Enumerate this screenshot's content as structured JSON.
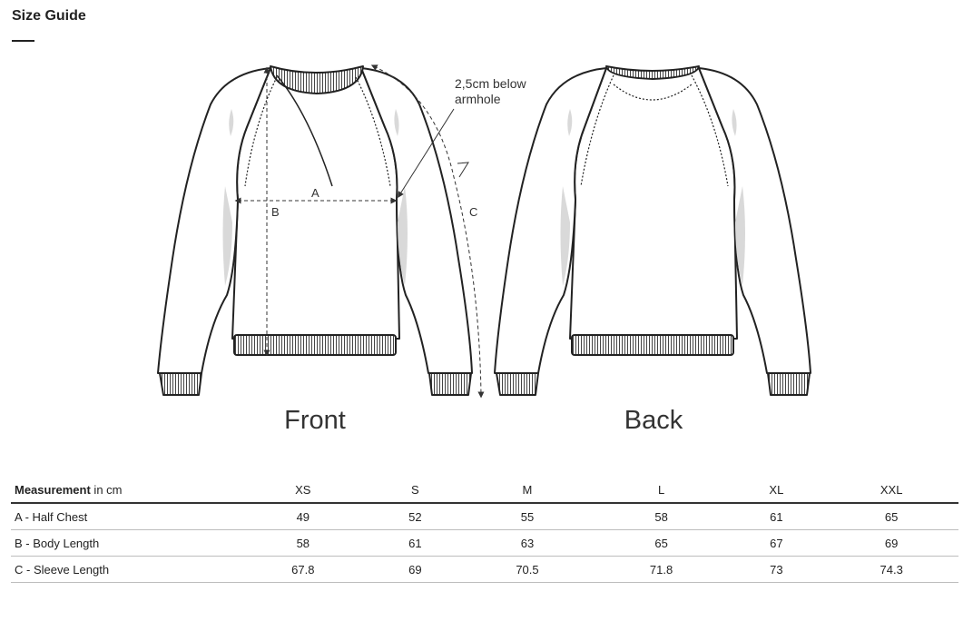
{
  "header": {
    "title": "Size Guide"
  },
  "diagram": {
    "front_label": "Front",
    "back_label": "Back",
    "annotation_armhole": [
      "2,5cm below",
      "armhole"
    ],
    "marker_a": "A",
    "marker_b": "B",
    "marker_c": "C"
  },
  "table": {
    "measurement_label": "Measurement",
    "unit_label": " in cm",
    "sizes": [
      "XS",
      "S",
      "M",
      "L",
      "XL",
      "XXL"
    ],
    "rows": [
      {
        "label": "A - Half Chest",
        "values": [
          "49",
          "52",
          "55",
          "58",
          "61",
          "65"
        ]
      },
      {
        "label": "B - Body Length",
        "values": [
          "58",
          "61",
          "63",
          "65",
          "67",
          "69"
        ]
      },
      {
        "label": "C - Sleeve Length",
        "values": [
          "67.8",
          "69",
          "70.5",
          "71.8",
          "73",
          "74.3"
        ]
      }
    ]
  },
  "colors": {
    "outline": "#222222",
    "shade": "#d9d9d9",
    "rule": "#bdbdbd"
  }
}
